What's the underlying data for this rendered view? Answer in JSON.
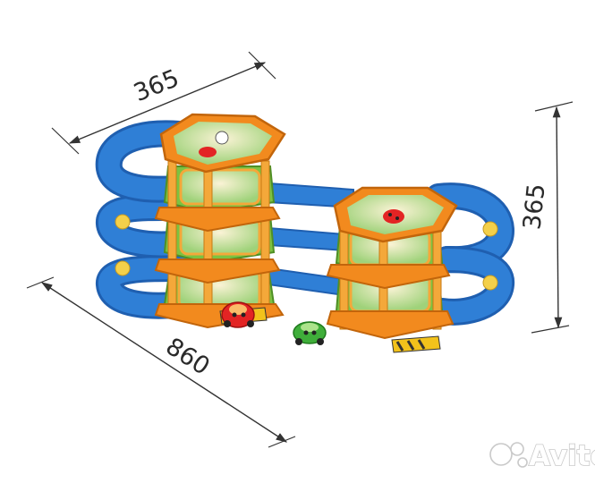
{
  "dimensions": {
    "width_label": "365",
    "length_label": "860",
    "height_label": "365"
  },
  "watermark": {
    "text": "Avito"
  },
  "product": {
    "icons": [
      "toy-parking-garage",
      "red-toy-car",
      "green-toy-car"
    ]
  },
  "colors": {
    "track": "#2f7fd6",
    "track_edge": "#1f5fb0",
    "platform": "#f28a1e",
    "ring": "#7cc242",
    "pillar": "#f4a83a",
    "picture": "#f7e8b8",
    "barrier": "#f2c21b",
    "car_red": "#e32424",
    "car_green": "#3fae3a",
    "dim_line": "#333333"
  }
}
